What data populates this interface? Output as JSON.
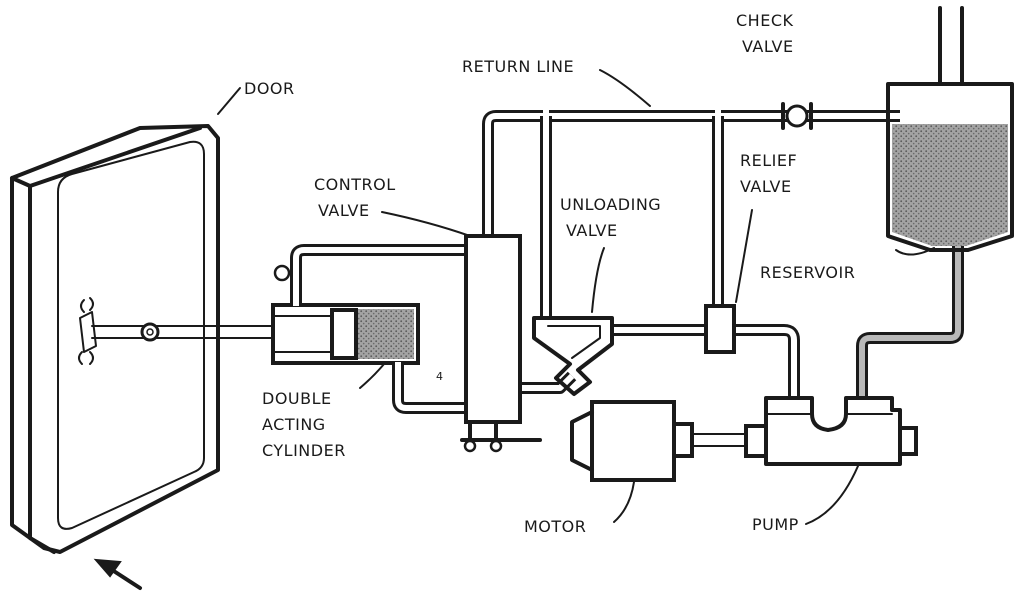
{
  "labels": {
    "door": "DOOR",
    "return_line": "RETURN LINE",
    "check_valve_1": "CHECK",
    "check_valve_2": "VALVE",
    "control_valve_1": "CONTROL",
    "control_valve_2": "VALVE",
    "unloading_valve_1": "UNLOADING",
    "unloading_valve_2": "VALVE",
    "relief_valve_1": "RELIEF",
    "relief_valve_2": "VALVE",
    "reservoir": "RESERVOIR",
    "cylinder_1": "DOUBLE",
    "cylinder_2": "ACTING",
    "cylinder_3": "CYLINDER",
    "motor": "MOTOR",
    "pump": "PUMP",
    "port_marker": "4"
  },
  "colors": {
    "ink": "#1a1a1a",
    "fluid": "#9a9a9a",
    "fluid_dot": "#5a5a5a",
    "paper": "#ffffff"
  }
}
